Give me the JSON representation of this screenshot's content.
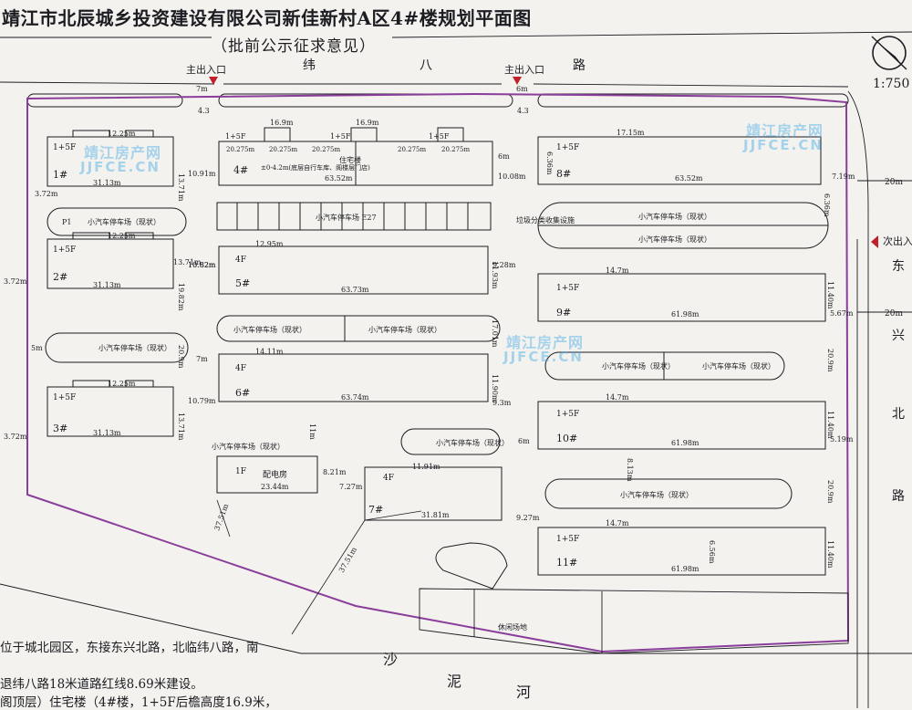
{
  "header": {
    "title": "靖江市北辰城乡投资建设有限公司新佳新村A区4#楼规划平面图",
    "subtitle": "（批前公示征求意见）",
    "scale": "1:750"
  },
  "roads": {
    "north": [
      "纬",
      "八",
      "路"
    ],
    "east": [
      "东",
      "兴",
      "北",
      "路"
    ],
    "river": [
      "沙",
      "泥",
      "河"
    ]
  },
  "entrances": {
    "main": "主出入口",
    "secondary": "次出入口"
  },
  "labels": {
    "floors_1_5": "1+5F",
    "floors_4": "4F",
    "floors_1": "1F",
    "parking": "小汽车停车场（现状）",
    "parking_e27": "小汽车停车场 E27",
    "garbage": "垃圾分类收集设施",
    "substation": "配电房",
    "leisure": "休闲场地",
    "b4_note": "±0-4.2m(底层自行车库、阁楼层门店)",
    "b4_house": "住宅楼",
    "p1": "P1"
  },
  "buildings": {
    "b1": "1#",
    "b2": "2#",
    "b3": "3#",
    "b4": "4#",
    "b5": "5#",
    "b6": "6#",
    "b7": "7#",
    "b8": "8#",
    "b9": "9#",
    "b10": "10#",
    "b11": "11#"
  },
  "dims": {
    "d_7m": "7m",
    "d_6m": "6m",
    "d_5m": "5m",
    "d_43": "4.3",
    "d_20m": "20m",
    "d_372": "3.72m",
    "d_3113": "31.13m",
    "d_1225": "12.25m",
    "d_1371": "13.71m",
    "d_1982": "19.82m",
    "d_1091": "10.91m",
    "d_1082": "10.82m",
    "d_1079": "10.79m",
    "d_1008": "10.08m",
    "d_6352": "63.52m",
    "d_169": "16.9m",
    "d_20275": "20.275m",
    "d_6373": "63.73m",
    "d_6374": "63.74m",
    "d_1295": "12.95m",
    "d_1193": "11.93m",
    "d_1191": "11.91m",
    "d_928": "9.28m",
    "d_93": "9.3m",
    "d_2344": "23.44m",
    "d_727": "7.27m",
    "d_821": "8.21m",
    "d_3181": "31.81m",
    "d_927": "9.27m",
    "d_636": "6.36m",
    "d_3751": "37.51m",
    "d_147": "14.7m",
    "d_6198": "61.98m",
    "d_1140": "11.40m",
    "d_209": "20.9m",
    "d_1701": "17.01m",
    "d_636b": "6.36",
    "d_519": "5.19m",
    "d_567": "5.67m",
    "d_719": "7.19m",
    "d_1715": "17.15m",
    "d_636c": "6.36m",
    "d_1190": "11.90m",
    "d_813": "8.13m",
    "d_656": "6.56m",
    "d_11m": "11m",
    "d_209b": "20.9m",
    "d_1411": "14.11m"
  },
  "notes": [
    "位于城北园区，东接东兴北路，北临纬八路，南",
    "退纬八路18米道路红线8.69米建设。",
    "阁顶层）住宅楼（4#楼，1+5F后檐高度16.9米，"
  ],
  "watermark": {
    "cn": "靖江房产网",
    "en": "JJFCE.CN"
  },
  "colors": {
    "boundary": "#8a3d9a",
    "ink": "#1c1c22",
    "entrance": "#c0202a",
    "watermark": "#46aae6"
  }
}
